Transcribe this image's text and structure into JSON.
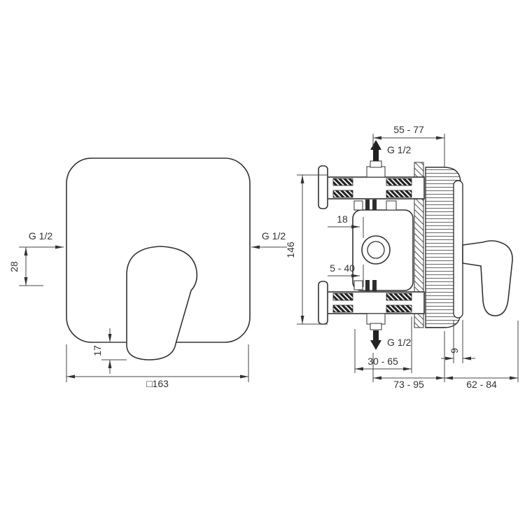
{
  "colors": {
    "ink": "#333333",
    "background": "#ffffff"
  },
  "front_view": {
    "inlet_left": "G 1/2",
    "inlet_right": "G 1/2",
    "dim_vertical_offset": "28",
    "dim_handle_overhang": "17",
    "dim_plate": "□163"
  },
  "side_view": {
    "dim_depth_min_max": "55 - 77",
    "outlet_top": "G 1/2",
    "dim_cartridge_offset": "18",
    "dim_height": "146",
    "dim_adjustment": "5 - 40",
    "outlet_bottom": "G 1/2",
    "dim_rough_in_depth": "30 - 65",
    "dim_trim_thickness": "9",
    "dim_total_depth": "73 - 95",
    "dim_handle_projection": "62 - 84"
  }
}
